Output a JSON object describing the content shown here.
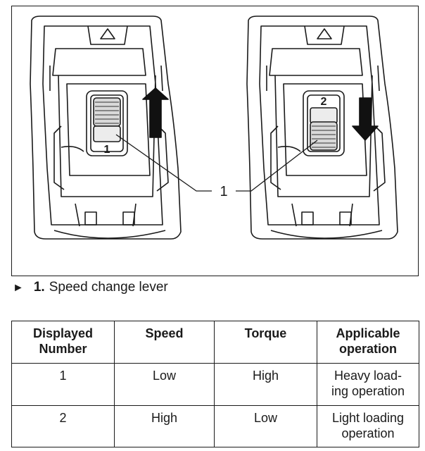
{
  "figure": {
    "callout": "1",
    "left_lever_number": "1",
    "right_lever_number": "2"
  },
  "caption": {
    "bullet": "►",
    "number": "1.",
    "text": "Speed change lever"
  },
  "table": {
    "headers": [
      "Displayed\nNumber",
      "Speed",
      "Torque",
      "Applicable\noperation"
    ],
    "rows": [
      [
        "1",
        "Low",
        "High",
        "Heavy load-\ning operation"
      ],
      [
        "2",
        "High",
        "Low",
        "Light loading\noperation"
      ]
    ]
  }
}
